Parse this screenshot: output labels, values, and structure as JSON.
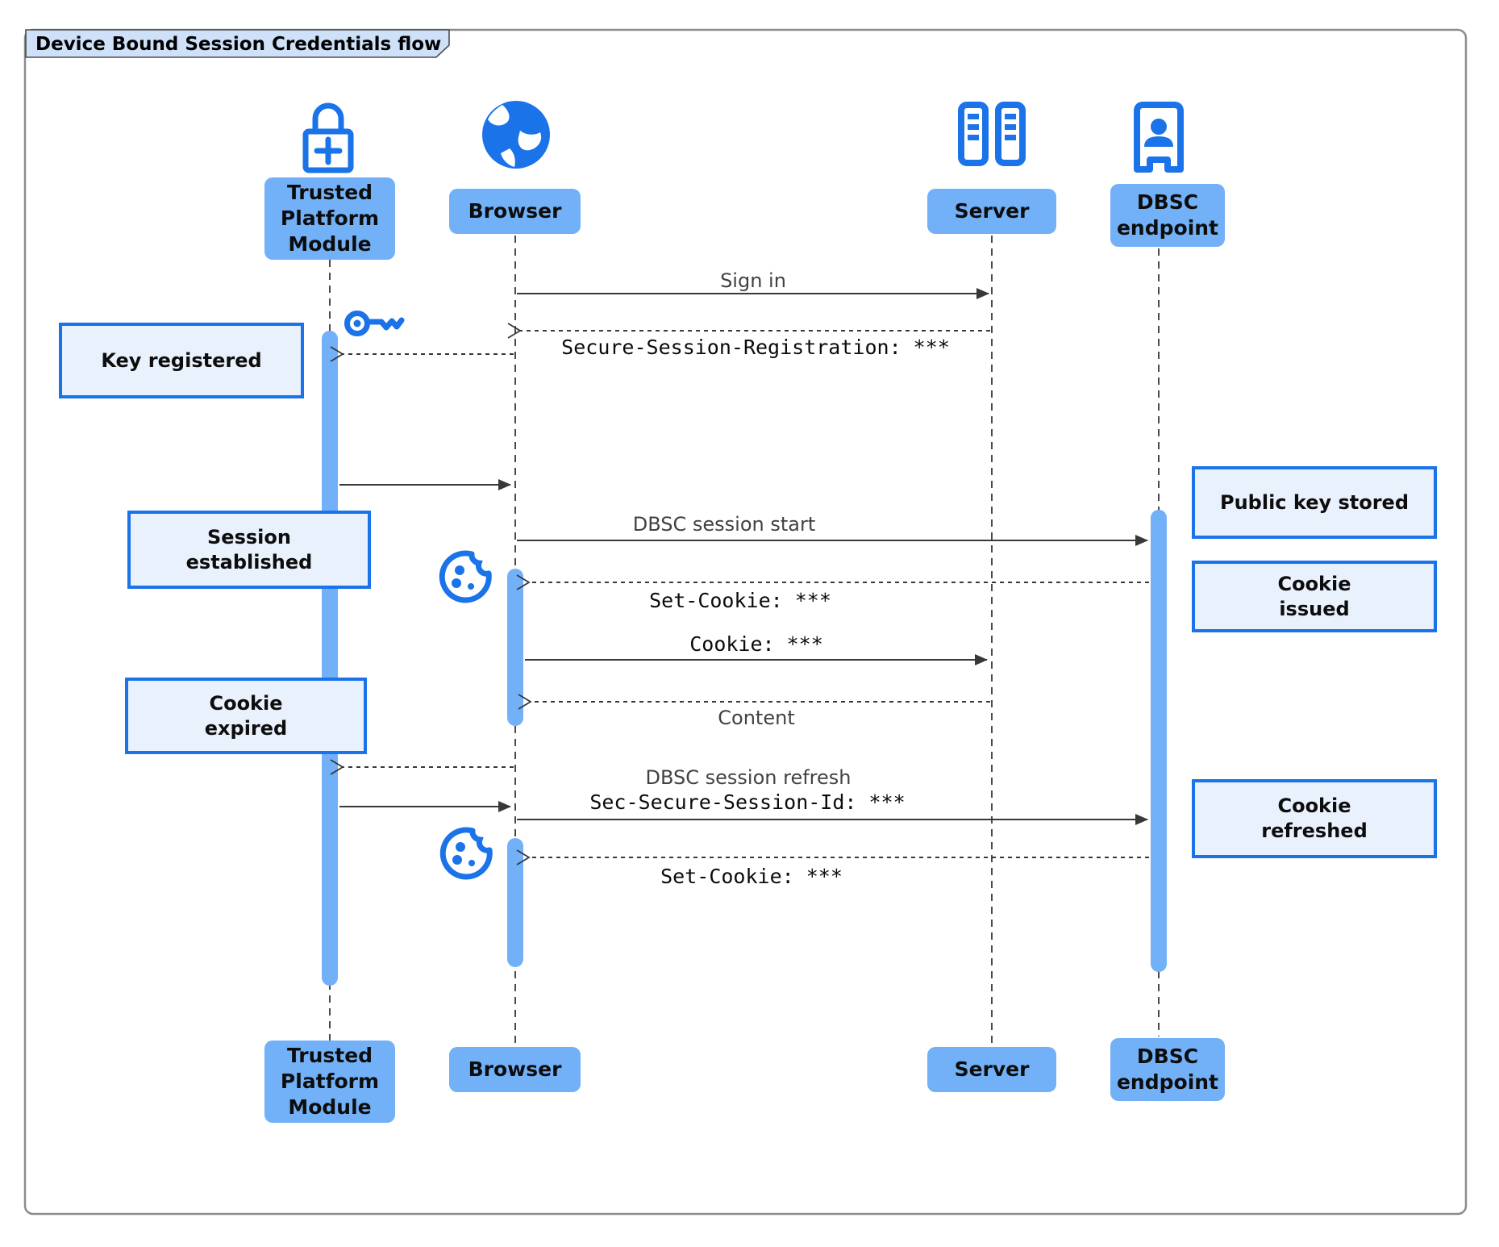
{
  "title": "Device Bound Session Credentials flow",
  "actors": {
    "tpm": {
      "label": "Trusted\nPlatform\nModule",
      "icon": "lock-plus-icon"
    },
    "browser": {
      "label": "Browser",
      "icon": "globe-icon"
    },
    "server": {
      "label": "Server",
      "icon": "server-racks-icon"
    },
    "dbsc": {
      "label": "DBSC\nendpoint",
      "icon": "door-person-icon"
    }
  },
  "notes": {
    "key_registered": "Key registered",
    "session_established": "Session\nestablished",
    "cookie_expired": "Cookie\nexpired",
    "public_key_stored": "Public key stored",
    "cookie_issued": "Cookie\nissued",
    "cookie_refreshed": "Cookie\nrefreshed"
  },
  "messages": {
    "sign_in": {
      "label": "Sign in",
      "from": "Browser",
      "to": "Server",
      "line": "solid"
    },
    "secure_session_registration": {
      "label": "Secure-Session-Registration: ***",
      "from": "Server",
      "to": "Browser",
      "line": "dashed"
    },
    "register_key": {
      "label": "",
      "from": "Browser",
      "to": "Trusted Platform Module",
      "line": "dashed"
    },
    "key_registered_reply": {
      "label": "",
      "from": "Trusted Platform Module",
      "to": "Browser",
      "line": "solid"
    },
    "dbsc_session_start": {
      "label": "DBSC session start",
      "from": "Browser",
      "to": "DBSC endpoint",
      "line": "solid"
    },
    "set_cookie_initial": {
      "label": "Set-Cookie: ***",
      "from": "DBSC endpoint",
      "to": "Browser",
      "line": "dashed"
    },
    "cookie": {
      "label": "Cookie: ***",
      "from": "Browser",
      "to": "Server",
      "line": "solid"
    },
    "content": {
      "label": "Content",
      "from": "Server",
      "to": "Browser",
      "line": "dashed"
    },
    "expired_key_request": {
      "label": "",
      "from": "Browser",
      "to": "Trusted Platform Module",
      "line": "dashed"
    },
    "expired_key_reply": {
      "label": "",
      "from": "Trusted Platform Module",
      "to": "Browser",
      "line": "solid"
    },
    "dbsc_session_refresh": {
      "label": "DBSC session refresh",
      "sublabel": "Sec-Secure-Session-Id: ***",
      "from": "Browser",
      "to": "DBSC endpoint",
      "line": "solid"
    },
    "set_cookie_refresh": {
      "label": "Set-Cookie: ***",
      "from": "DBSC endpoint",
      "to": "Browser",
      "line": "dashed"
    }
  },
  "icons": {
    "tpm": "lock-plus-icon",
    "browser": "globe-icon",
    "server": "server-racks-icon",
    "dbsc": "door-person-icon",
    "key": "key-icon",
    "cookie": "cookie-icon"
  },
  "colors": {
    "accent_blue": "#1a73e8",
    "light_blue_fill": "#72b1f8",
    "note_fill": "#e9f1fd",
    "title_fill": "#cfe1f9",
    "frame_border": "#8c8c8c",
    "arrow": "#383838"
  }
}
